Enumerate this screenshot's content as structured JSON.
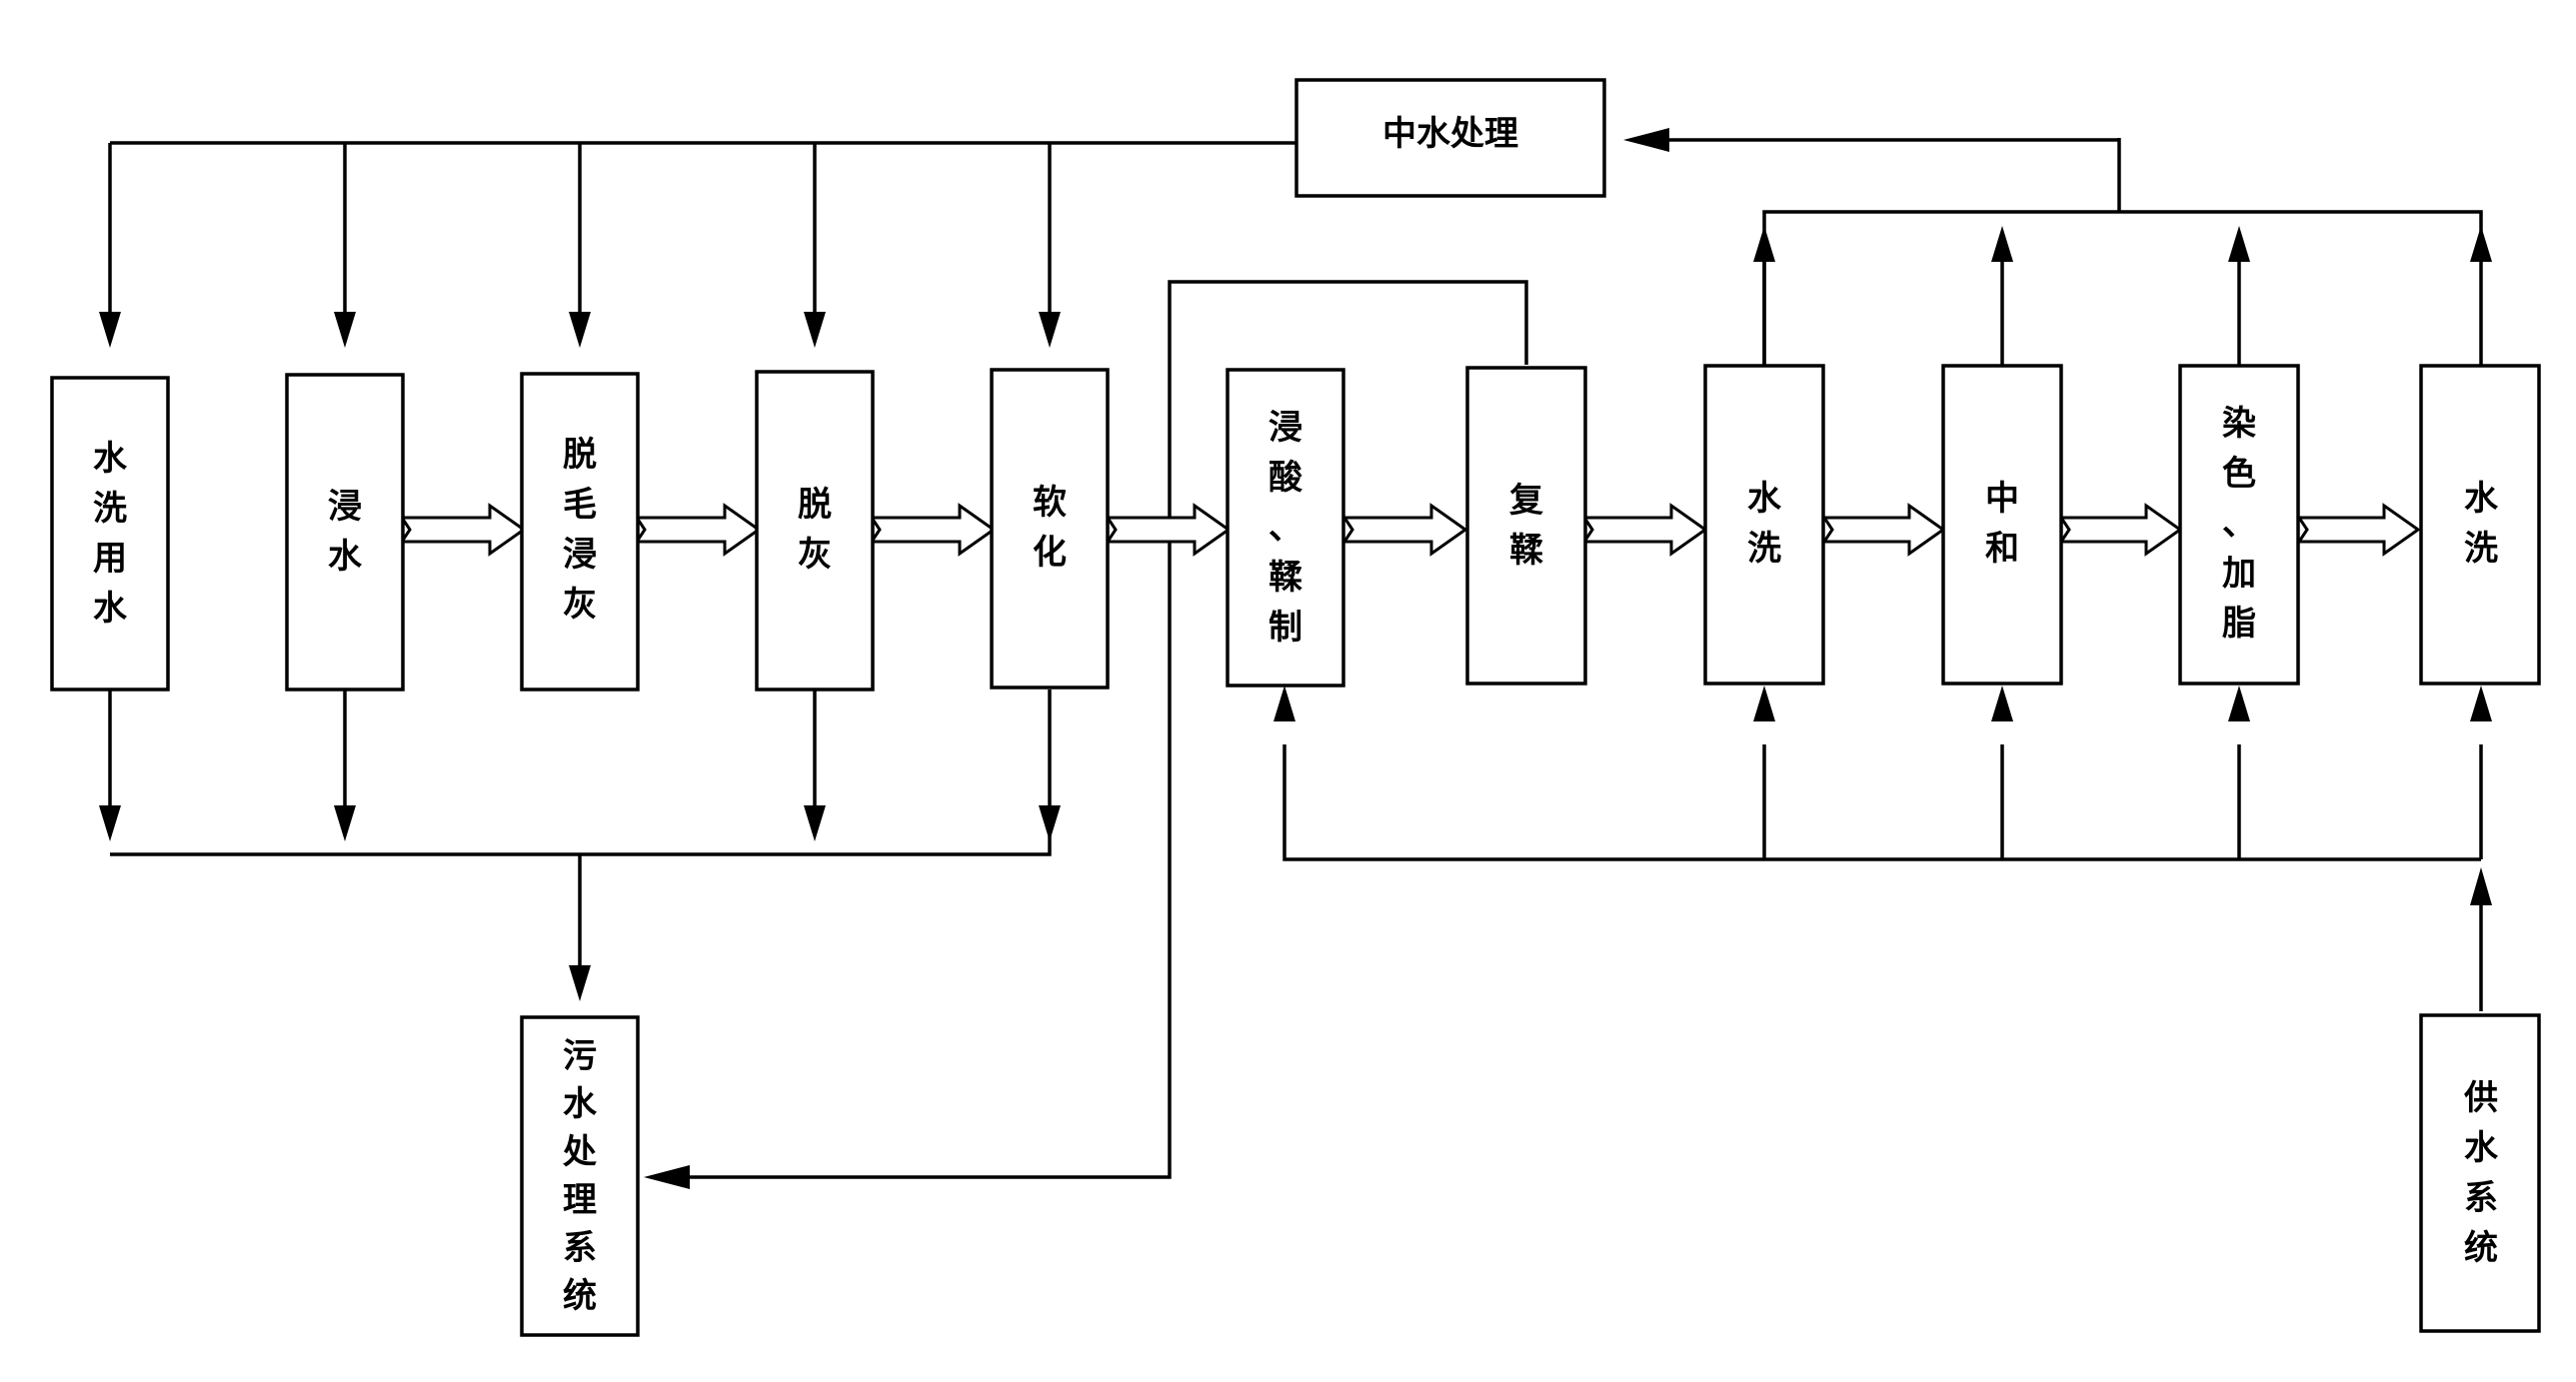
{
  "nodes": {
    "rinse_water": "水\n洗\n用\n水",
    "soaking": "浸\n水",
    "unhairing_liming": "脱\n毛\n浸\n灰",
    "deliming": "脱\n灰",
    "bating": "软\n化",
    "pickling_tanning": "浸\n酸\n、\n鞣\n制",
    "retanning": "复\n鞣",
    "washing_1": "水\n洗",
    "neutralization": "中\n和",
    "dyeing_fatliquoring": "染\n色\n、\n加\n脂",
    "washing_2": "水\n洗",
    "sewage_treatment": "污\n水\n处\n理\n系\n统",
    "reclaimed_water": "中水处理",
    "water_supply": "供\n水\n系\n统"
  }
}
